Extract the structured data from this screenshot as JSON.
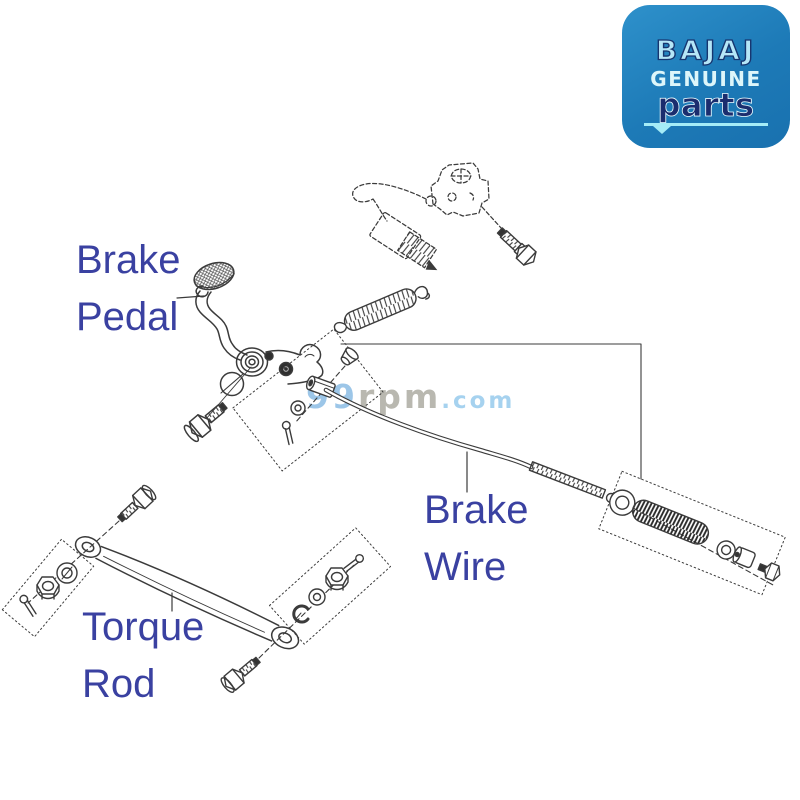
{
  "logo": {
    "brand": "BAJAJ",
    "line2": "GENUINE",
    "line3": "parts",
    "colors": {
      "background_top": "#2e91cb",
      "background_bottom": "#1971af",
      "brand_fill": "#b5e6f7",
      "brand_outline": "#17356f",
      "genuine": "#ddf6fa",
      "parts_fill": "#1b2d6e",
      "underline": "#a5ecf7"
    }
  },
  "watermark": {
    "segments": [
      {
        "text": "99",
        "color": "#9cc6e8"
      },
      {
        "text": "rpm",
        "color": "#b9b8b0"
      },
      {
        "text": ".com",
        "color": "#a6d2ef"
      }
    ]
  },
  "callouts": {
    "color": "#3a41a1",
    "items": [
      {
        "id": "brake-pedal",
        "line1": "Brake",
        "line2": "Pedal"
      },
      {
        "id": "brake-wire",
        "line1": "Brake",
        "line2": "Wire"
      },
      {
        "id": "torque-rod",
        "line1": "Torque",
        "line2": "Rod"
      }
    ]
  },
  "diagram": {
    "stroke_color": "#3b3b3b",
    "components": [
      "brake-light-switch-assembly",
      "switch-connector",
      "switch-mounting-bolt",
      "brake-pedal",
      "pedal-pad",
      "pedal-pivot-bushing",
      "pedal-pivot-washer",
      "pedal-pivot-bolt",
      "pedal-return-spring",
      "clevis-pin-kit",
      "brake-wire-cable",
      "brake-wire-adjuster-kit",
      "torque-rod",
      "torque-rod-front-bolt",
      "torque-rod-front-nut-kit",
      "torque-rod-rear-bolt",
      "torque-rod-rear-nut-kit"
    ]
  }
}
